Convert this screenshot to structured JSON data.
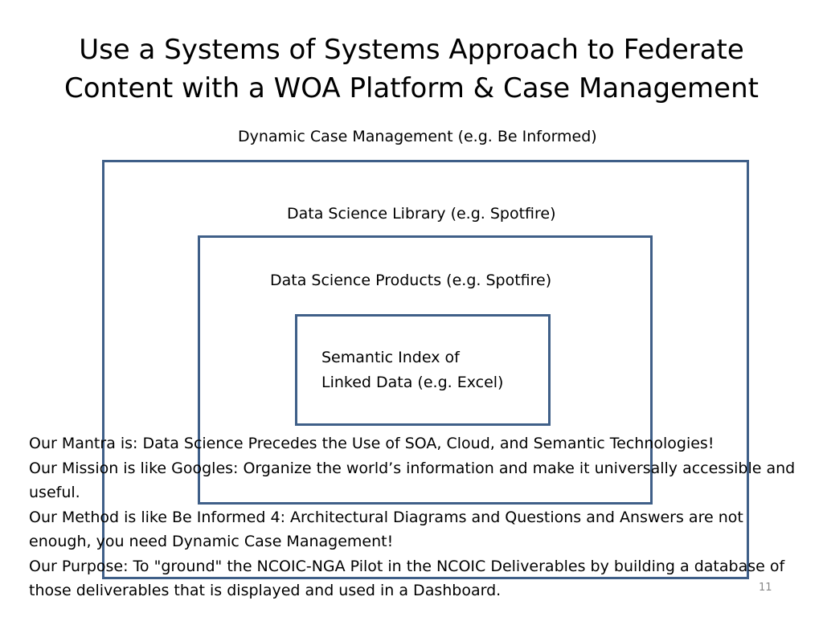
{
  "slide": {
    "title_line1": "Use a Systems of Systems Approach to Federate",
    "title_line2": "Content with a WOA Platform & Case Management",
    "labels": {
      "outer": "Dynamic Case Management (e.g. Be Informed)",
      "library": "Data Science Library (e.g. Spotfire)",
      "products": "Data Science Products (e.g. Spotfire)",
      "index_line1": "Semantic Index of",
      "index_line2": "Linked Data (e.g. Excel)"
    },
    "statements": [
      "Our Mantra is: Data Science Precedes the Use of SOA, Cloud, and Semantic Technologies!",
      "Our Mission is like Googles: Organize the world’s information and make it universally accessible and useful.",
      "Our Method is like Be Informed 4: Architectural Diagrams and Questions and Answers are not enough, you need Dynamic Case Management!",
      "Our Purpose: To \"ground\" the NCOIC-NGA Pilot in the NCOIC Deliverables by building a database of those deliverables that is displayed and used in a Dashboard."
    ],
    "page_number": "11",
    "box_color": "#3f5f88"
  }
}
